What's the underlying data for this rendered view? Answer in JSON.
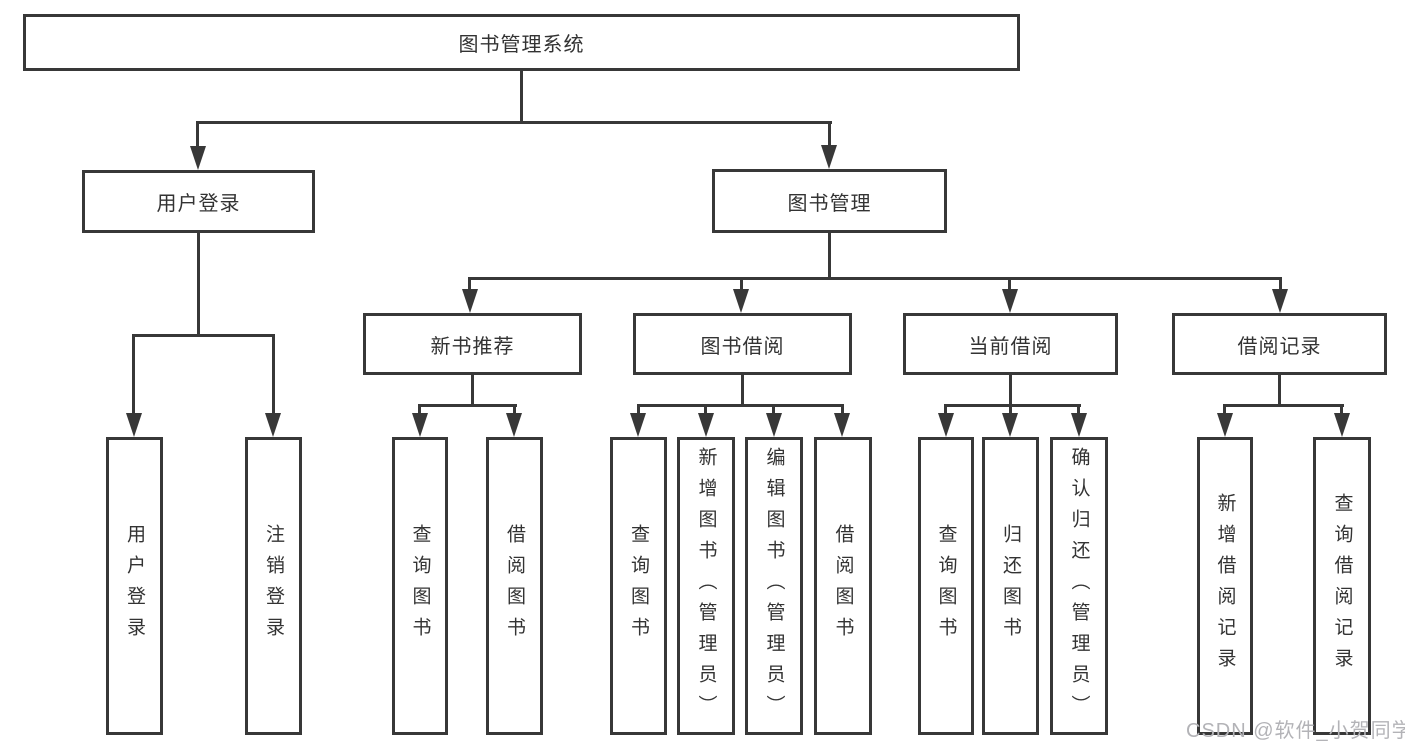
{
  "diagram": {
    "root": {
      "label": "图书管理系统"
    },
    "level2": [
      {
        "label": "用户登录"
      },
      {
        "label": "图书管理"
      }
    ],
    "level3": [
      {
        "label": "新书推荐"
      },
      {
        "label": "图书借阅"
      },
      {
        "label": "当前借阅"
      },
      {
        "label": "借阅记录"
      }
    ],
    "leaves": {
      "user_login": [
        {
          "label": "用户登录"
        },
        {
          "label": "注销登录"
        }
      ],
      "new_book": [
        {
          "label": "查询图书"
        },
        {
          "label": "借阅图书"
        }
      ],
      "book_borrow": [
        {
          "label": "查询图书"
        },
        {
          "label": "新增图书（管理员）"
        },
        {
          "label": "编辑图书（管理员）"
        },
        {
          "label": "借阅图书"
        }
      ],
      "current_borrow": [
        {
          "label": "查询图书"
        },
        {
          "label": "归还图书"
        },
        {
          "label": "确认归还（管理员）"
        }
      ],
      "borrow_records": [
        {
          "label": "新增借阅记录"
        },
        {
          "label": "查询借阅记录"
        }
      ]
    }
  },
  "watermark": {
    "text": "CSDN @软件_小贺同学",
    "color": "#b3b3b7"
  },
  "colors": {
    "line": "#383838",
    "text": "#333333",
    "background": "#ffffff"
  }
}
